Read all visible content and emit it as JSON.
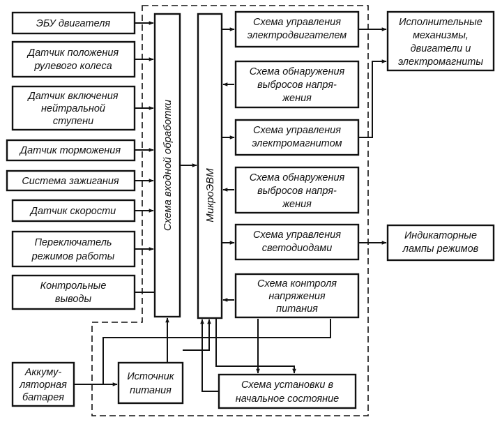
{
  "inputs": {
    "ecu": "ЭБУ двигателя",
    "steering_sensor": [
      "Датчик положения",
      "рулевого колеса"
    ],
    "neutral_sensor": [
      "Датчик включения",
      "нейтральной",
      "ступени"
    ],
    "brake_sensor": "Датчик торможения",
    "ignition": "Система зажигания",
    "speed_sensor": "Датчик скорости",
    "mode_switch": [
      "Переключатель",
      "режимов работы"
    ],
    "test_outputs": [
      "Контрольные",
      "выводы"
    ],
    "battery": [
      "Аккуму-",
      "ляторная",
      "батарея"
    ]
  },
  "core": {
    "input_processing": "Схема входной обработки",
    "microcomputer": "МикроЭВМ",
    "power_supply": [
      "Источник",
      "питания"
    ],
    "reset_circuit": [
      "Схема установки в",
      "начальное состояние"
    ]
  },
  "circuits": {
    "motor_control": [
      "Схема управления",
      "электродвигателем"
    ],
    "surge_detect_1": [
      "Схема обнаружения",
      "выбросов напря-",
      "жения"
    ],
    "magnet_control": [
      "Схема управления",
      "электромагнитом"
    ],
    "surge_detect_2": [
      "Схема обнаружения",
      "выбросов напря-",
      "жения"
    ],
    "led_control": [
      "Схема управления",
      "светодиодами"
    ],
    "voltage_monitor": [
      "Схема контроля",
      "напряжения",
      "питания"
    ]
  },
  "outputs": {
    "actuators": [
      "Исполнительные",
      "механизмы,",
      "двигатели и",
      "электромагниты"
    ],
    "indicators": [
      "Индикаторные",
      "лампы режимов"
    ]
  }
}
